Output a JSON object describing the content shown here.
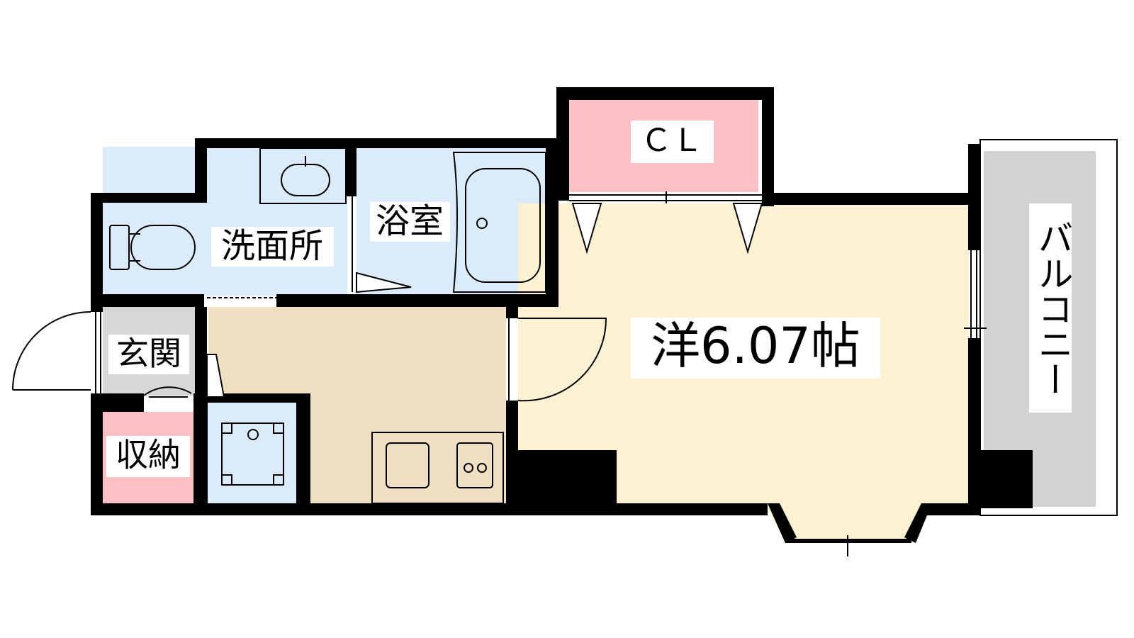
{
  "floorplan": {
    "rooms": {
      "washroom": "洗面所",
      "bathroom": "浴室",
      "closet": "ＣＬ",
      "western_room": "洋6.07帖",
      "balcony": "バルコニー",
      "entrance": "玄関",
      "storage": "収納"
    }
  },
  "colors": {
    "wall": "#000000",
    "wet_area": "#dcebfa",
    "closet": "#fbc1c4",
    "western_room": "#fdf1d3",
    "kitchen": "#f0e0c3",
    "entrance": "#d7d7d7",
    "balcony": "#d2d2d2",
    "fixture_line": "#000000"
  }
}
